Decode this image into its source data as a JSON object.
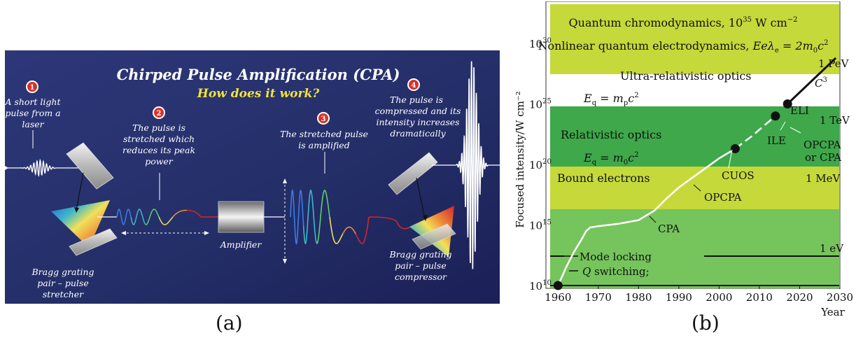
{
  "captions": {
    "a": "(a)",
    "b": "(b)"
  },
  "panel_a": {
    "title": "Chirped Pulse Amplification (CPA)",
    "subtitle": "How does it work?",
    "steps": [
      {
        "num": "1",
        "lines": [
          "A short light",
          "pulse from a",
          "laser"
        ]
      },
      {
        "num": "2",
        "lines": [
          "The pulse is",
          "stretched which",
          "reduces its peak",
          "power"
        ]
      },
      {
        "num": "3",
        "lines": [
          "The stretched pulse",
          "is amplified"
        ]
      },
      {
        "num": "4",
        "lines": [
          "The pulse is",
          "compressed and its",
          "intensity increases",
          "dramatically"
        ]
      }
    ],
    "amplifier_label": "Amplifier",
    "stretcher_label": [
      "Bragg grating",
      "pair – pulse",
      "stretcher"
    ],
    "compressor_label": [
      "Bragg grating",
      "pair – pulse",
      "compressor"
    ],
    "colors": {
      "background_top": "#2a3470",
      "background_bottom": "#1a1f52",
      "title": "#ffffff",
      "subtitle": "#f2e23a",
      "step_circle": "#d8322a"
    }
  },
  "panel_b": {
    "ylabel": "Focused intensity/W cm⁻²",
    "xlabel": "Year",
    "yticks": [
      "10",
      "10",
      "10",
      "10",
      "10"
    ],
    "ytick_exponents": [
      "30",
      "25",
      "20",
      "15",
      "10"
    ],
    "xticks": [
      "1960",
      "1970",
      "1980",
      "1990",
      "2000",
      "2010",
      "2020",
      "2030"
    ],
    "bands": [
      {
        "label1": "Quantum chromodynamics, 10",
        "label1_sup": "35",
        "label1_tail": " W cm",
        "label1_tail_sup": "−2",
        "label2": "Nonlinear quantum electrodynamics, ",
        "label2_math": "Eeλ",
        "label2_sub": "e",
        "label2_tail": " = 2m",
        "label2_tail_sub": "0",
        "label2_tail2": "c",
        "label2_tail2_sup": "2",
        "color": "#c5d93a"
      },
      {
        "label": "Ultra-relativistic optics",
        "formula_lhs": "E",
        "formula_sub": "q",
        "formula_rhs": " = m",
        "formula_rhs_sub": "p",
        "formula_c": "c",
        "formula_sup": "2",
        "color": "#ffffff"
      },
      {
        "label": "Relativistic optics",
        "formula_lhs": "E",
        "formula_sub": "q",
        "formula_rhs": " = m",
        "formula_rhs_sub": "0",
        "formula_c": "c",
        "formula_sup": "2",
        "color": "#3ea84a"
      },
      {
        "label": "Bound electrons",
        "color": "#c5d93a"
      },
      {
        "label": "",
        "color": "#76c45c"
      }
    ],
    "annotations": {
      "pev": "1 PeV",
      "c3": "C",
      "c3_sup": "3",
      "tev": "1 TeV",
      "eli": "ELI",
      "ile": "ILE",
      "opcpa_cpa_1": "OPCPA",
      "opcpa_cpa_2": "or CPA",
      "mev": "1 MeV",
      "cuos": "CUOS",
      "opcpa": "OPCPA",
      "cpa": "CPA",
      "ev": "1 eV",
      "mode_locking": "Mode locking",
      "q_switching_q": "Q",
      "q_switching": " switching;"
    }
  },
  "chart_data": {
    "type": "line",
    "title": "",
    "xlabel": "Year",
    "ylabel": "Focused intensity/W cm⁻²",
    "x_range": [
      1957,
      2030
    ],
    "y_scale": "log",
    "y_range_exponent": [
      9,
      33
    ],
    "series": [
      {
        "x": [
          1960,
          1962,
          1964,
          1966,
          1967,
          1968,
          1970,
          1975,
          1980,
          1984,
          1987,
          1990,
          1995,
          2000,
          2004,
          2008,
          2014
        ],
        "y_exponent": [
          10,
          11.5,
          12.8,
          13.9,
          14.5,
          14.8,
          14.9,
          15.1,
          15.4,
          16.2,
          17.2,
          18.1,
          19.3,
          20.5,
          21.3,
          22.3,
          24
        ]
      }
    ],
    "points": [
      {
        "label": "",
        "x": 1960,
        "y_exponent": 10
      },
      {
        "label": "CUOS",
        "x": 2004,
        "y_exponent": 21.3
      },
      {
        "label": "ILE",
        "x": 2014,
        "y_exponent": 24
      },
      {
        "label": "ELI",
        "x": 2017,
        "y_exponent": 25
      }
    ],
    "eli_line": {
      "x": [
        2017,
        2029
      ],
      "y_exponent": [
        25,
        28.8
      ]
    }
  }
}
